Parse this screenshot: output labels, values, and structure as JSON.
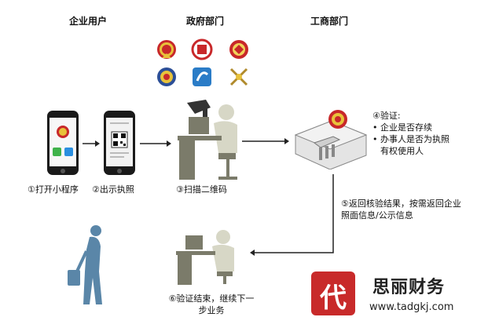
{
  "columns": {
    "enterprise": "企业用户",
    "government": "政府部门",
    "commerce": "工商部门"
  },
  "steps": {
    "step1": "①打开小程序",
    "step2": "②出示执照",
    "step3": "③扫描二维码",
    "step4_title": "④验证:",
    "step4_item1": "企业是否存续",
    "step4_item2": "办事人是否为执照有权使用人",
    "step5": "⑤返回核验结果，按需返回企业照面信息/公示信息",
    "step6": "⑥验证结束，继续下一步业务"
  },
  "watermark": {
    "badge": "代",
    "name": "思丽财务",
    "url": "www.tadgkj.com"
  },
  "colors": {
    "arrow": "#222222",
    "figure": "#d7d7c6",
    "desk": "#7b7b6a",
    "person": "#5a86a8",
    "badge": "#c82a2a"
  }
}
